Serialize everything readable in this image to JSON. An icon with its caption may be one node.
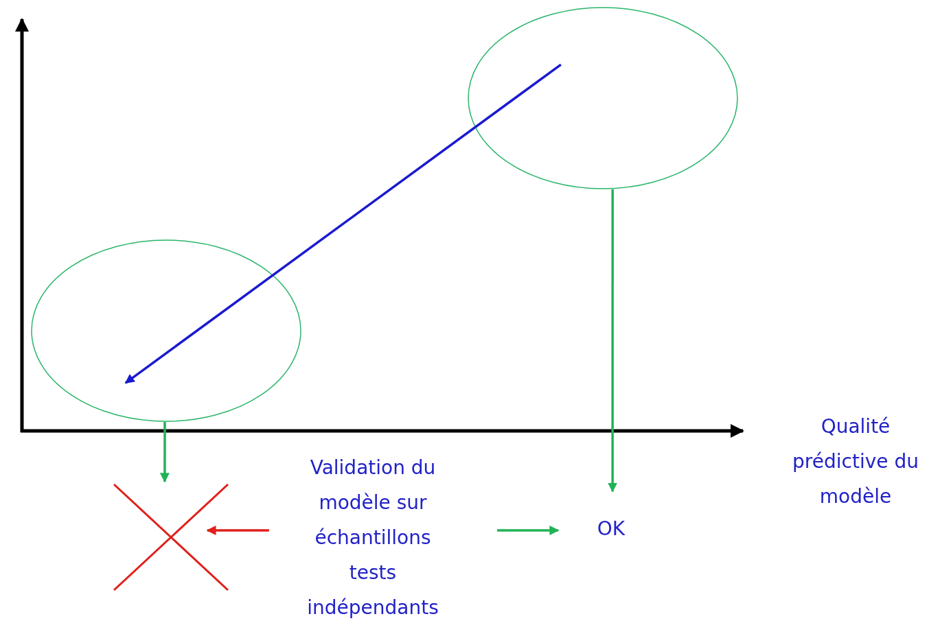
{
  "diagram": {
    "nodes": [
      {
        "text": [],
        "shape": "ellipse"
      },
      {
        "text": [],
        "shape": "ellipse"
      },
      {
        "text": [],
        "shape": "cross"
      },
      {
        "text": [
          "Validation du modèle sur échantillons tests indépendants"
        ]
      },
      {
        "text": [
          "OK"
        ]
      }
    ],
    "edges": [
      {
        "from": 0,
        "to": 1,
        "arrow": "to",
        "color": "#1a1ad0"
      },
      {
        "from": 0,
        "to": 4,
        "arrow": "to"
      },
      {
        "from": 1,
        "to": 2,
        "arrow": "to"
      },
      {
        "from": 3,
        "to": 2,
        "arrow": "to",
        "color": "#e0201c"
      },
      {
        "from": 3,
        "to": 4,
        "arrow": "to"
      }
    ],
    "labels": [
      "Qualité prédictive du modèle"
    ]
  }
}
